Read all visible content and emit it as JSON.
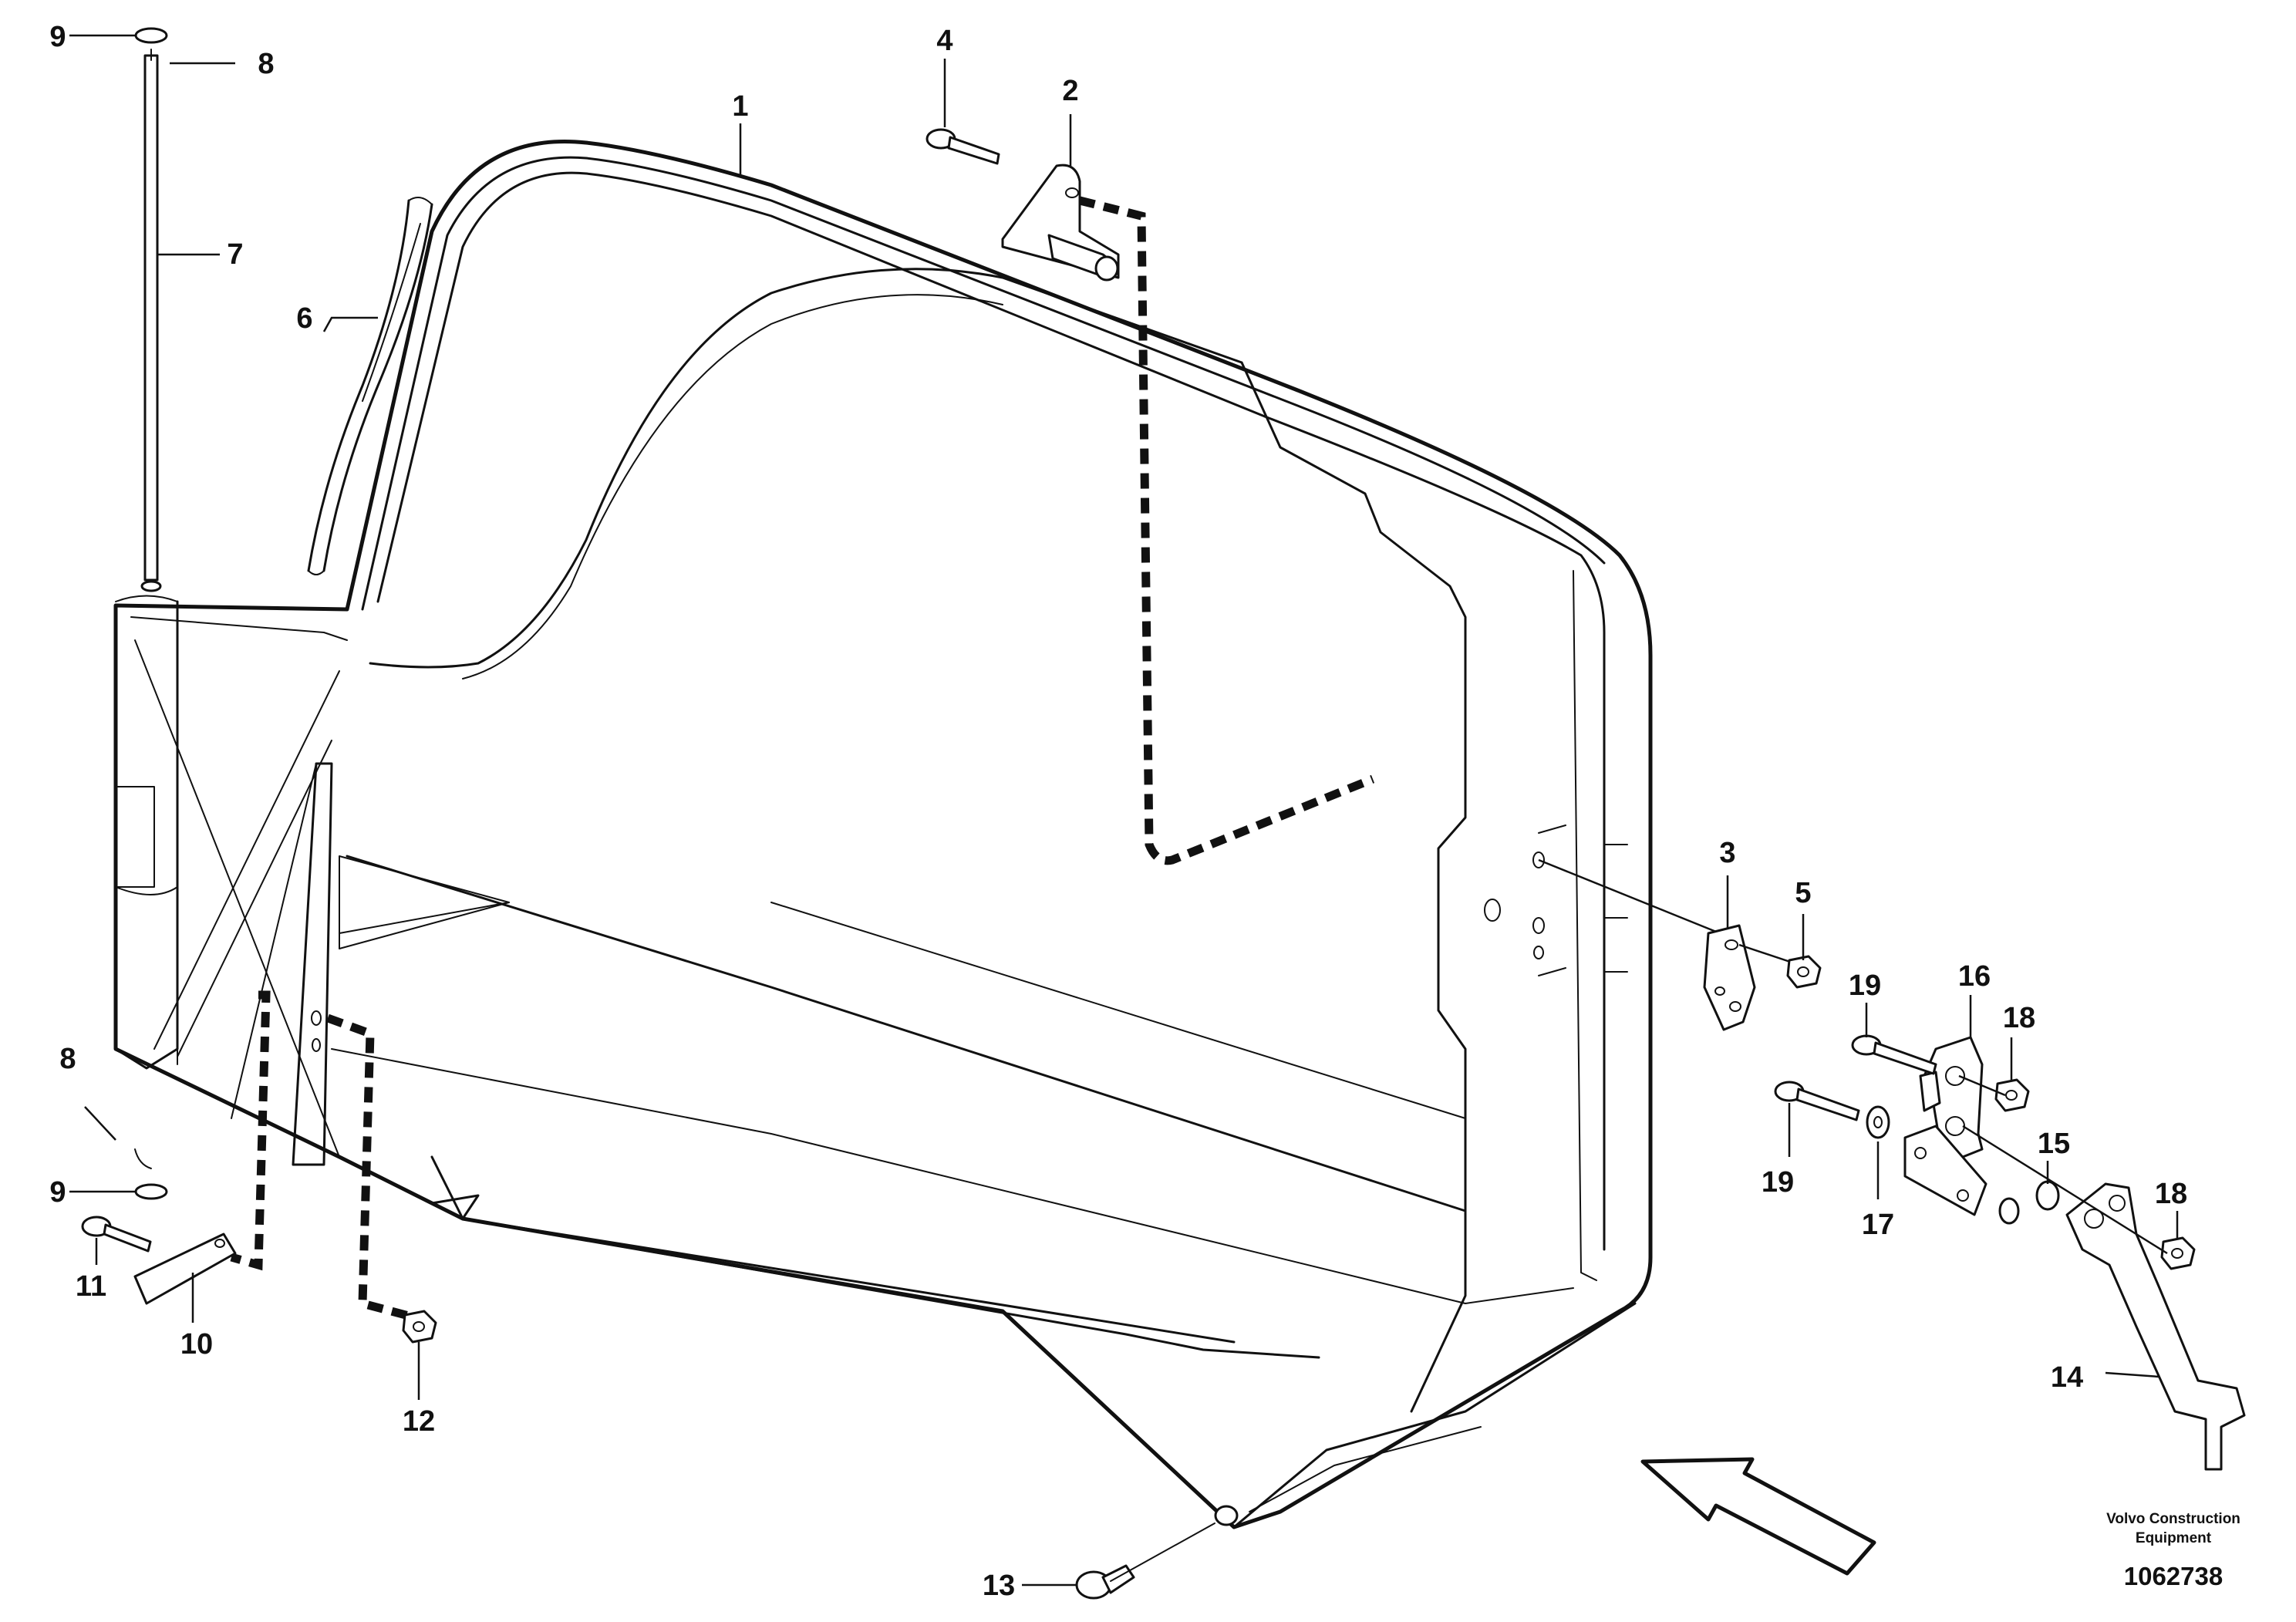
{
  "parts": [
    {
      "callout": "1",
      "text": "1"
    },
    {
      "callout": "2",
      "text": "2"
    },
    {
      "callout": "3",
      "text": "3"
    },
    {
      "callout": "4",
      "text": "4"
    },
    {
      "callout": "5",
      "text": "5"
    },
    {
      "callout": "6",
      "text": "6"
    },
    {
      "callout": "7",
      "text": "7"
    },
    {
      "callout": "8",
      "text": "8"
    },
    {
      "callout": "9",
      "text": "9"
    },
    {
      "callout": "10",
      "text": "10"
    },
    {
      "callout": "11",
      "text": "11"
    },
    {
      "callout": "12",
      "text": "12"
    },
    {
      "callout": "13",
      "text": "13"
    },
    {
      "callout": "14",
      "text": "14"
    },
    {
      "callout": "15",
      "text": "15"
    },
    {
      "callout": "16",
      "text": "16"
    },
    {
      "callout": "17",
      "text": "17"
    },
    {
      "callout": "18",
      "text": "18"
    },
    {
      "callout": "19",
      "text": "19"
    }
  ],
  "footer": {
    "brand_line1": "Volvo Construction",
    "brand_line2": "Equipment",
    "drawing_number": "1062738"
  },
  "colors": {
    "ink": "#111111",
    "paper": "#ffffff"
  }
}
